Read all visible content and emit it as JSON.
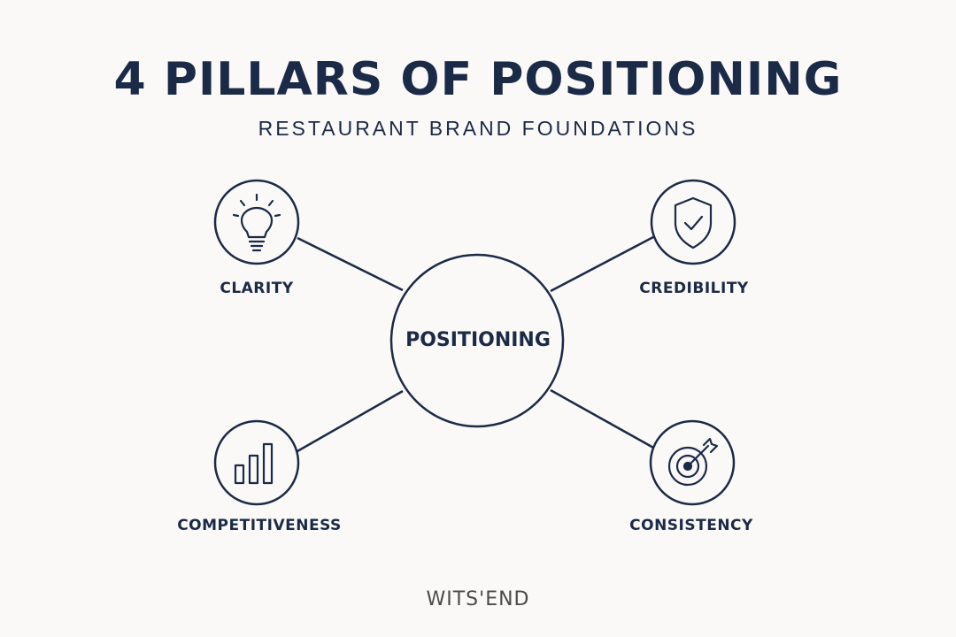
{
  "title": "4 PILLARS OF POSITIONING",
  "subtitle": "RESTAURANT BRAND FOUNDATIONS",
  "center": {
    "label": "POSITIONING"
  },
  "pillars": [
    {
      "label": "CLARITY",
      "icon": "lightbulb-icon"
    },
    {
      "label": "CREDIBILITY",
      "icon": "shield-check-icon"
    },
    {
      "label": "COMPETITIVENESS",
      "icon": "bar-chart-icon"
    },
    {
      "label": "CONSISTENCY",
      "icon": "target-icon"
    }
  ],
  "footer": {
    "logo_text": "WITS'END"
  },
  "colors": {
    "ink": "#1b2a47",
    "background": "#faf9f7",
    "logo": "#4a4a4a"
  }
}
